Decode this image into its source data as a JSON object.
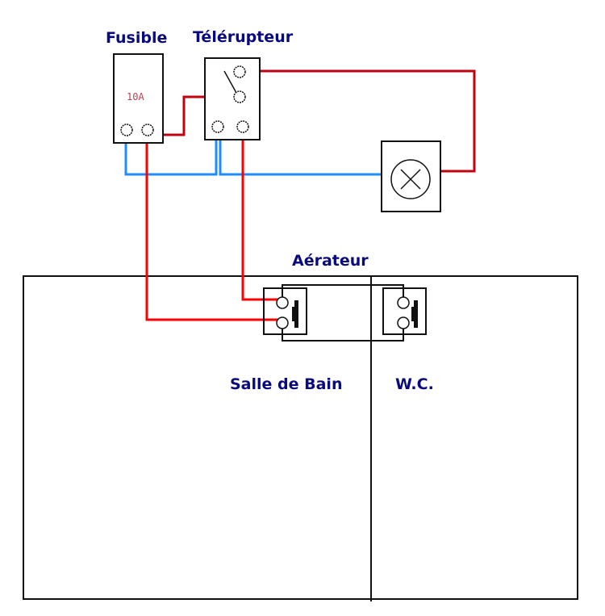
{
  "labels": {
    "fuse": "Fusible",
    "relay": "Télérupteur",
    "fan": "Aérateur",
    "bathroom": "Salle de Bain",
    "wc": "W.C."
  },
  "fuse_rating": "10A",
  "components": [
    {
      "id": "fuse",
      "type": "fuse",
      "rating": "10A"
    },
    {
      "id": "relay",
      "type": "impulse-relay"
    },
    {
      "id": "lamp",
      "type": "lamp"
    },
    {
      "id": "pushbutton-bathroom",
      "type": "push-button",
      "room": "Salle de Bain"
    },
    {
      "id": "pushbutton-wc",
      "type": "push-button",
      "room": "W.C."
    }
  ],
  "colors": {
    "phase_upper": "#c00010",
    "phase_lower": "#ff0000",
    "neutral": "#1e8cff",
    "control": "#000000",
    "label": "#0a0a80"
  }
}
